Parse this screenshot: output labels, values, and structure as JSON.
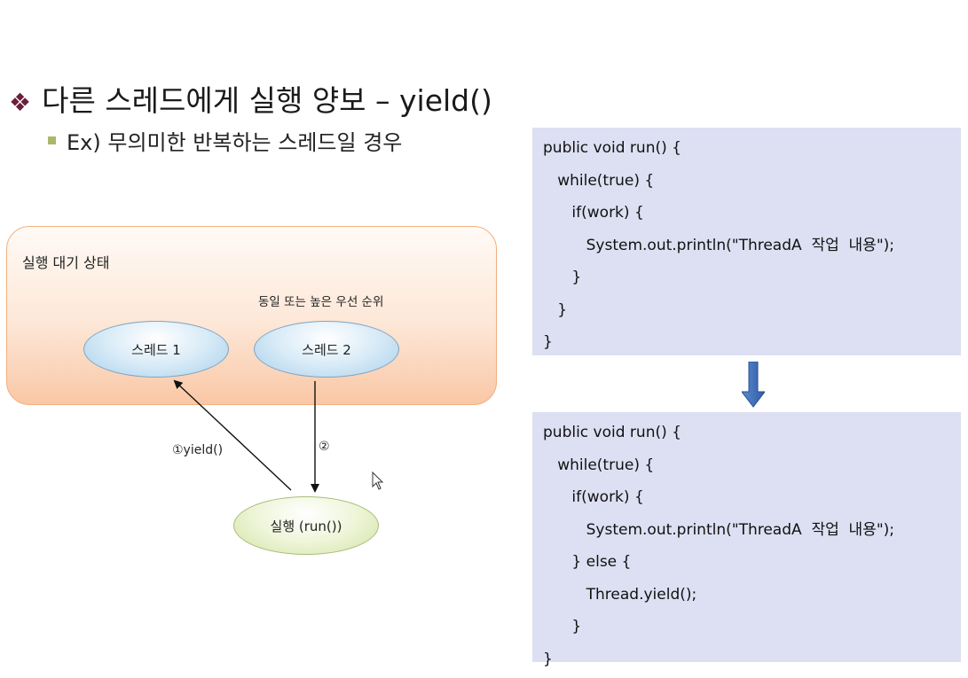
{
  "slide": {
    "bullet": "❖",
    "title": "다른 스레드에게 실행 양보 – yield()",
    "subtitle": "Ex) 무의미한 반복하는 스레드일 경우"
  },
  "diagram": {
    "waiting_state": "실행 대기 상태",
    "priority_note": "동일 또는 높은 우선 순위",
    "thread1": "스레드 1",
    "thread2": "스레드 2",
    "running": "실행 (run())",
    "edge_yield": "①yield()",
    "edge_two": "②"
  },
  "code_before": [
    "public void run() {",
    "   while(true) {",
    "      if(work) {",
    "         System.out.println(\"ThreadA  작업  내용\");",
    "      }",
    "   }",
    "}"
  ],
  "code_after": [
    "public void run() {",
    "   while(true) {",
    "      if(work) {",
    "         System.out.println(\"ThreadA  작업  내용\");",
    "      } else {",
    "         Thread.yield();",
    "      }",
    "}"
  ],
  "icons": {
    "title_bullet": "diamond-bullet-icon",
    "sub_bullet": "square-bullet-icon",
    "transition": "down-arrow-icon",
    "pointer": "mouse-cursor-icon"
  },
  "colors": {
    "title_bullet": "#6b1f3c",
    "sub_bullet": "#a9b96a",
    "code_bg": "#dde0f3",
    "arrow_blue": "#3f6fb6"
  }
}
